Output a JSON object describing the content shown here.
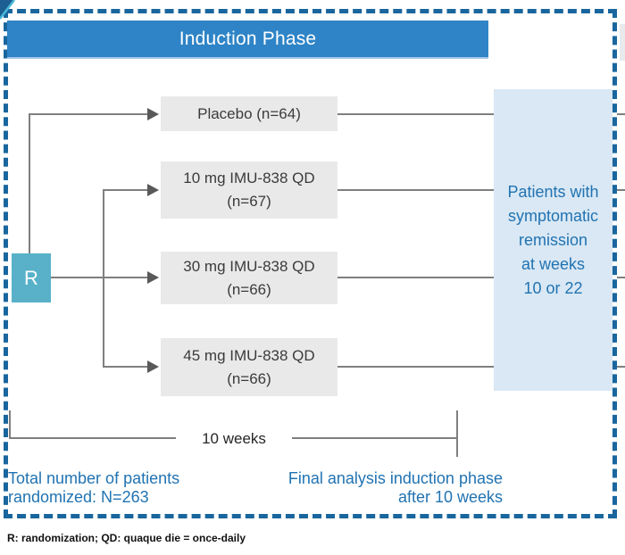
{
  "title_bar": {
    "label": "Induction Phase"
  },
  "randomization": {
    "label": "R"
  },
  "arms": [
    {
      "line1": "Placebo (n=64)",
      "line2": ""
    },
    {
      "line1": "10 mg IMU-838 QD",
      "line2": "(n=67)"
    },
    {
      "line1": "30 mg IMU-838 QD",
      "line2": "(n=66)"
    },
    {
      "line1": "45 mg IMU-838 QD",
      "line2": "(n=66)"
    }
  ],
  "outcome_box": {
    "lines": [
      "Patients with",
      "symptomatic",
      "remission",
      "at weeks",
      "10 or 22"
    ]
  },
  "timeline": {
    "label": "10 weeks"
  },
  "summary": {
    "left_line1": "Total number of patients",
    "left_line2": "randomized: N=263",
    "right_line1": "Final analysis induction phase",
    "right_line2": "after 10 weeks"
  },
  "footnote": {
    "text": "R: randomization; QD: quaque die = once-daily"
  },
  "colors": {
    "header_blue": "#2e84c6",
    "randomization_teal": "#58b1c9",
    "arm_box_gray": "#e9e9e9",
    "outcome_bg": "#d9e8f4",
    "blue_text": "#2173b2",
    "line_gray": "#7f7f7f",
    "arrow_gray": "#595959",
    "border_dash_blue": "#19669e"
  }
}
